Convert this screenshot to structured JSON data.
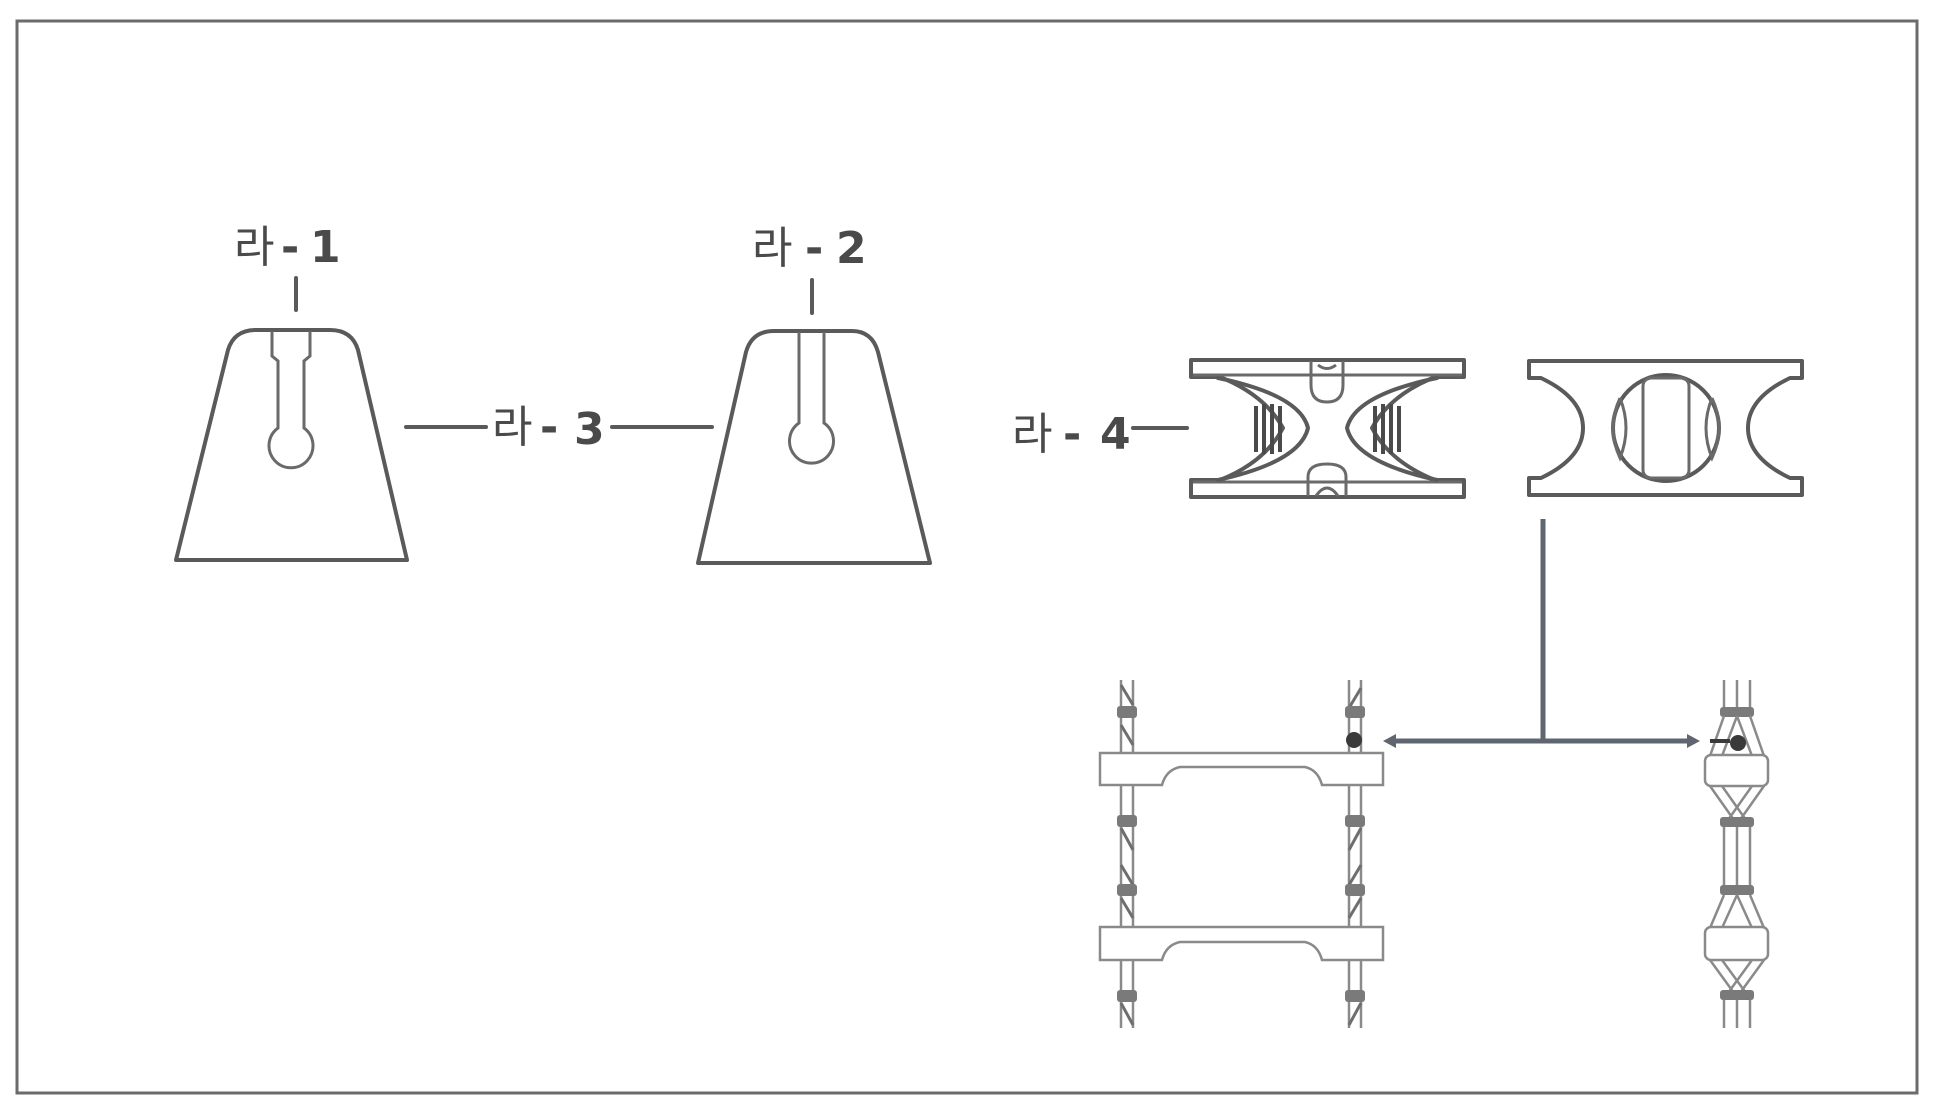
{
  "diagram": {
    "frame": {
      "border_color": "#6b6b6b",
      "background": "#ffffff"
    },
    "labels": [
      {
        "id": "ra-1",
        "prefix": "라",
        "sep": "-",
        "num": "1"
      },
      {
        "id": "ra-2",
        "prefix": "라",
        "sep": "-",
        "num": "2"
      },
      {
        "id": "ra-3",
        "prefix": "라",
        "sep": "-",
        "num": "3"
      },
      {
        "id": "ra-4",
        "prefix": "라",
        "sep": "-",
        "num": "4"
      }
    ],
    "parts": [
      {
        "name": "trapezoid-block-keyhole-slot",
        "label_ref": "ra-1"
      },
      {
        "name": "trapezoid-block-straight-slot",
        "label_ref": "ra-2"
      },
      {
        "name": "spacer-block-front-view",
        "label_ref": "ra-4"
      },
      {
        "name": "spacer-block-top-view"
      }
    ],
    "views": [
      {
        "name": "rope-ladder-front-view",
        "rungs": 2
      },
      {
        "name": "rope-ladder-side-view",
        "rungs": 2
      }
    ],
    "colors": {
      "line": "#5a5a5a",
      "text": "#4a4a4a",
      "arrow": "#5f6670",
      "rope": "#8a8a8a"
    }
  }
}
